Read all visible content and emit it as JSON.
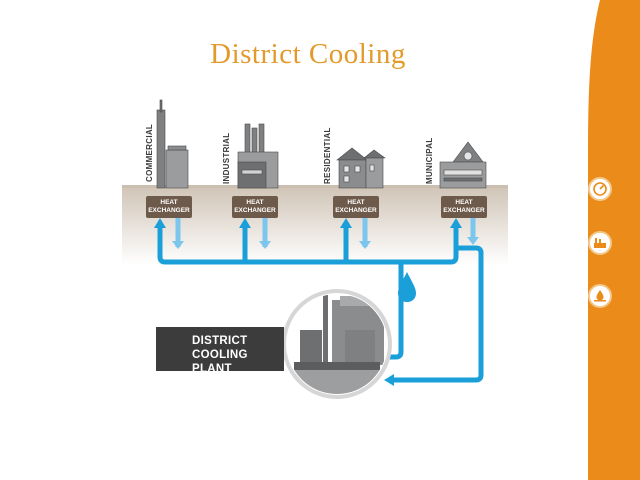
{
  "title": "District Cooling",
  "buildings": [
    {
      "label": "COMMERCIAL",
      "exchanger_line1": "HEAT",
      "exchanger_line2": "EXCHANGER"
    },
    {
      "label": "INDUSTRIAL",
      "exchanger_line1": "HEAT",
      "exchanger_line2": "EXCHANGER"
    },
    {
      "label": "RESIDENTIAL",
      "exchanger_line1": "HEAT",
      "exchanger_line2": "EXCHANGER"
    },
    {
      "label": "MUNICIPAL",
      "exchanger_line1": "HEAT",
      "exchanger_line2": "EXCHANGER"
    }
  ],
  "plant": {
    "line1": "DISTRICT",
    "line2": "COOLING PLANT"
  },
  "sidebar": {
    "buttons": [
      {
        "icon": "gauge-icon"
      },
      {
        "icon": "factory-icon"
      },
      {
        "icon": "water-drop-icon"
      }
    ]
  },
  "colors": {
    "accent": "#e39a2a",
    "sidebar": "#ea8b1a",
    "pipe_supply": "#1a9fd9",
    "pipe_return": "#7cc6ee",
    "ground": "#d8cfc4",
    "exchanger": "#6e5a4a",
    "label_box": "#3c3c3c"
  }
}
